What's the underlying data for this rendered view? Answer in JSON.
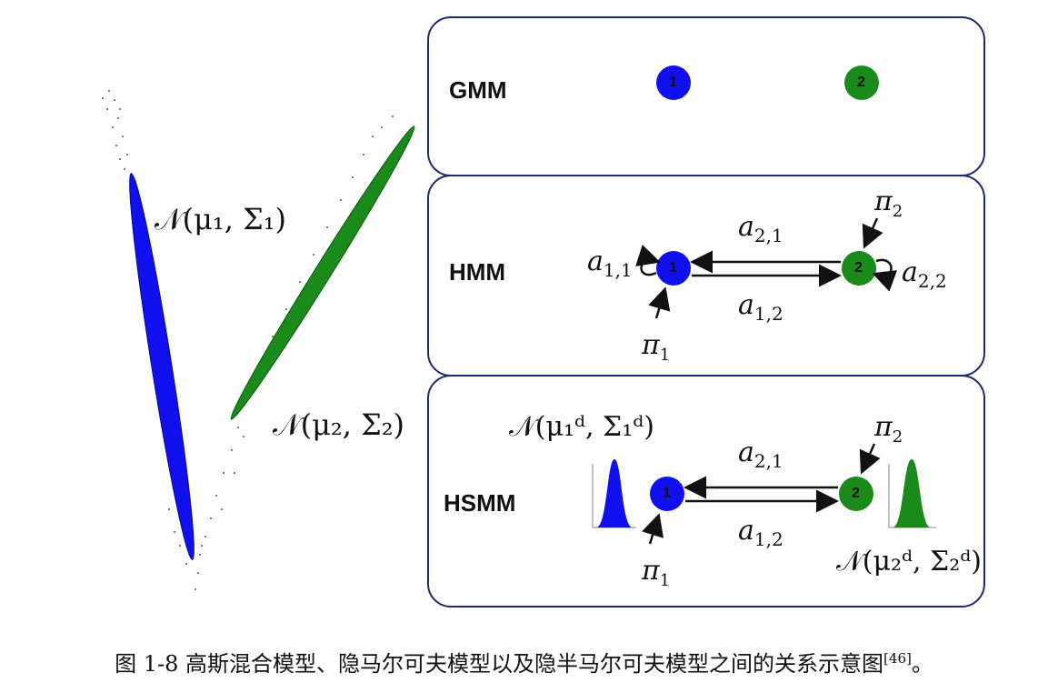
{
  "left_figure": {
    "label_1": "𝒩(μ₁, Σ₁)",
    "label_2": "𝒩(μ₂, Σ₂)",
    "color_1": "#1010ee",
    "color_2": "#1a8a1a"
  },
  "panels": {
    "gmm": {
      "label": "GMM",
      "state_1": "1",
      "state_2": "2"
    },
    "hmm": {
      "label": "HMM",
      "state_1": "1",
      "state_2": "2",
      "a11": "a",
      "a11_sub": "1,1",
      "a22": "a",
      "a22_sub": "2,2",
      "a21": "a",
      "a21_sub": "2,1",
      "a12": "a",
      "a12_sub": "1,2",
      "pi1": "π",
      "pi1_sub": "1",
      "pi2": "π",
      "pi2_sub": "2"
    },
    "hsmm": {
      "label": "HSMM",
      "state_1": "1",
      "state_2": "2",
      "a21": "a",
      "a21_sub": "2,1",
      "a12": "a",
      "a12_sub": "1,2",
      "pi1": "π",
      "pi1_sub": "1",
      "pi2": "π",
      "pi2_sub": "2",
      "dur_1": "𝒩(μ₁ᵈ, Σ₁ᵈ)",
      "dur_2": "𝒩(μ₂ᵈ, Σ₂ᵈ)"
    }
  },
  "caption": {
    "text": "图 1-8  高斯混合模型、隐马尔可夫模型以及隐半马尔可夫模型之间的关系示意图",
    "ref": "[46]",
    "end": "。"
  }
}
